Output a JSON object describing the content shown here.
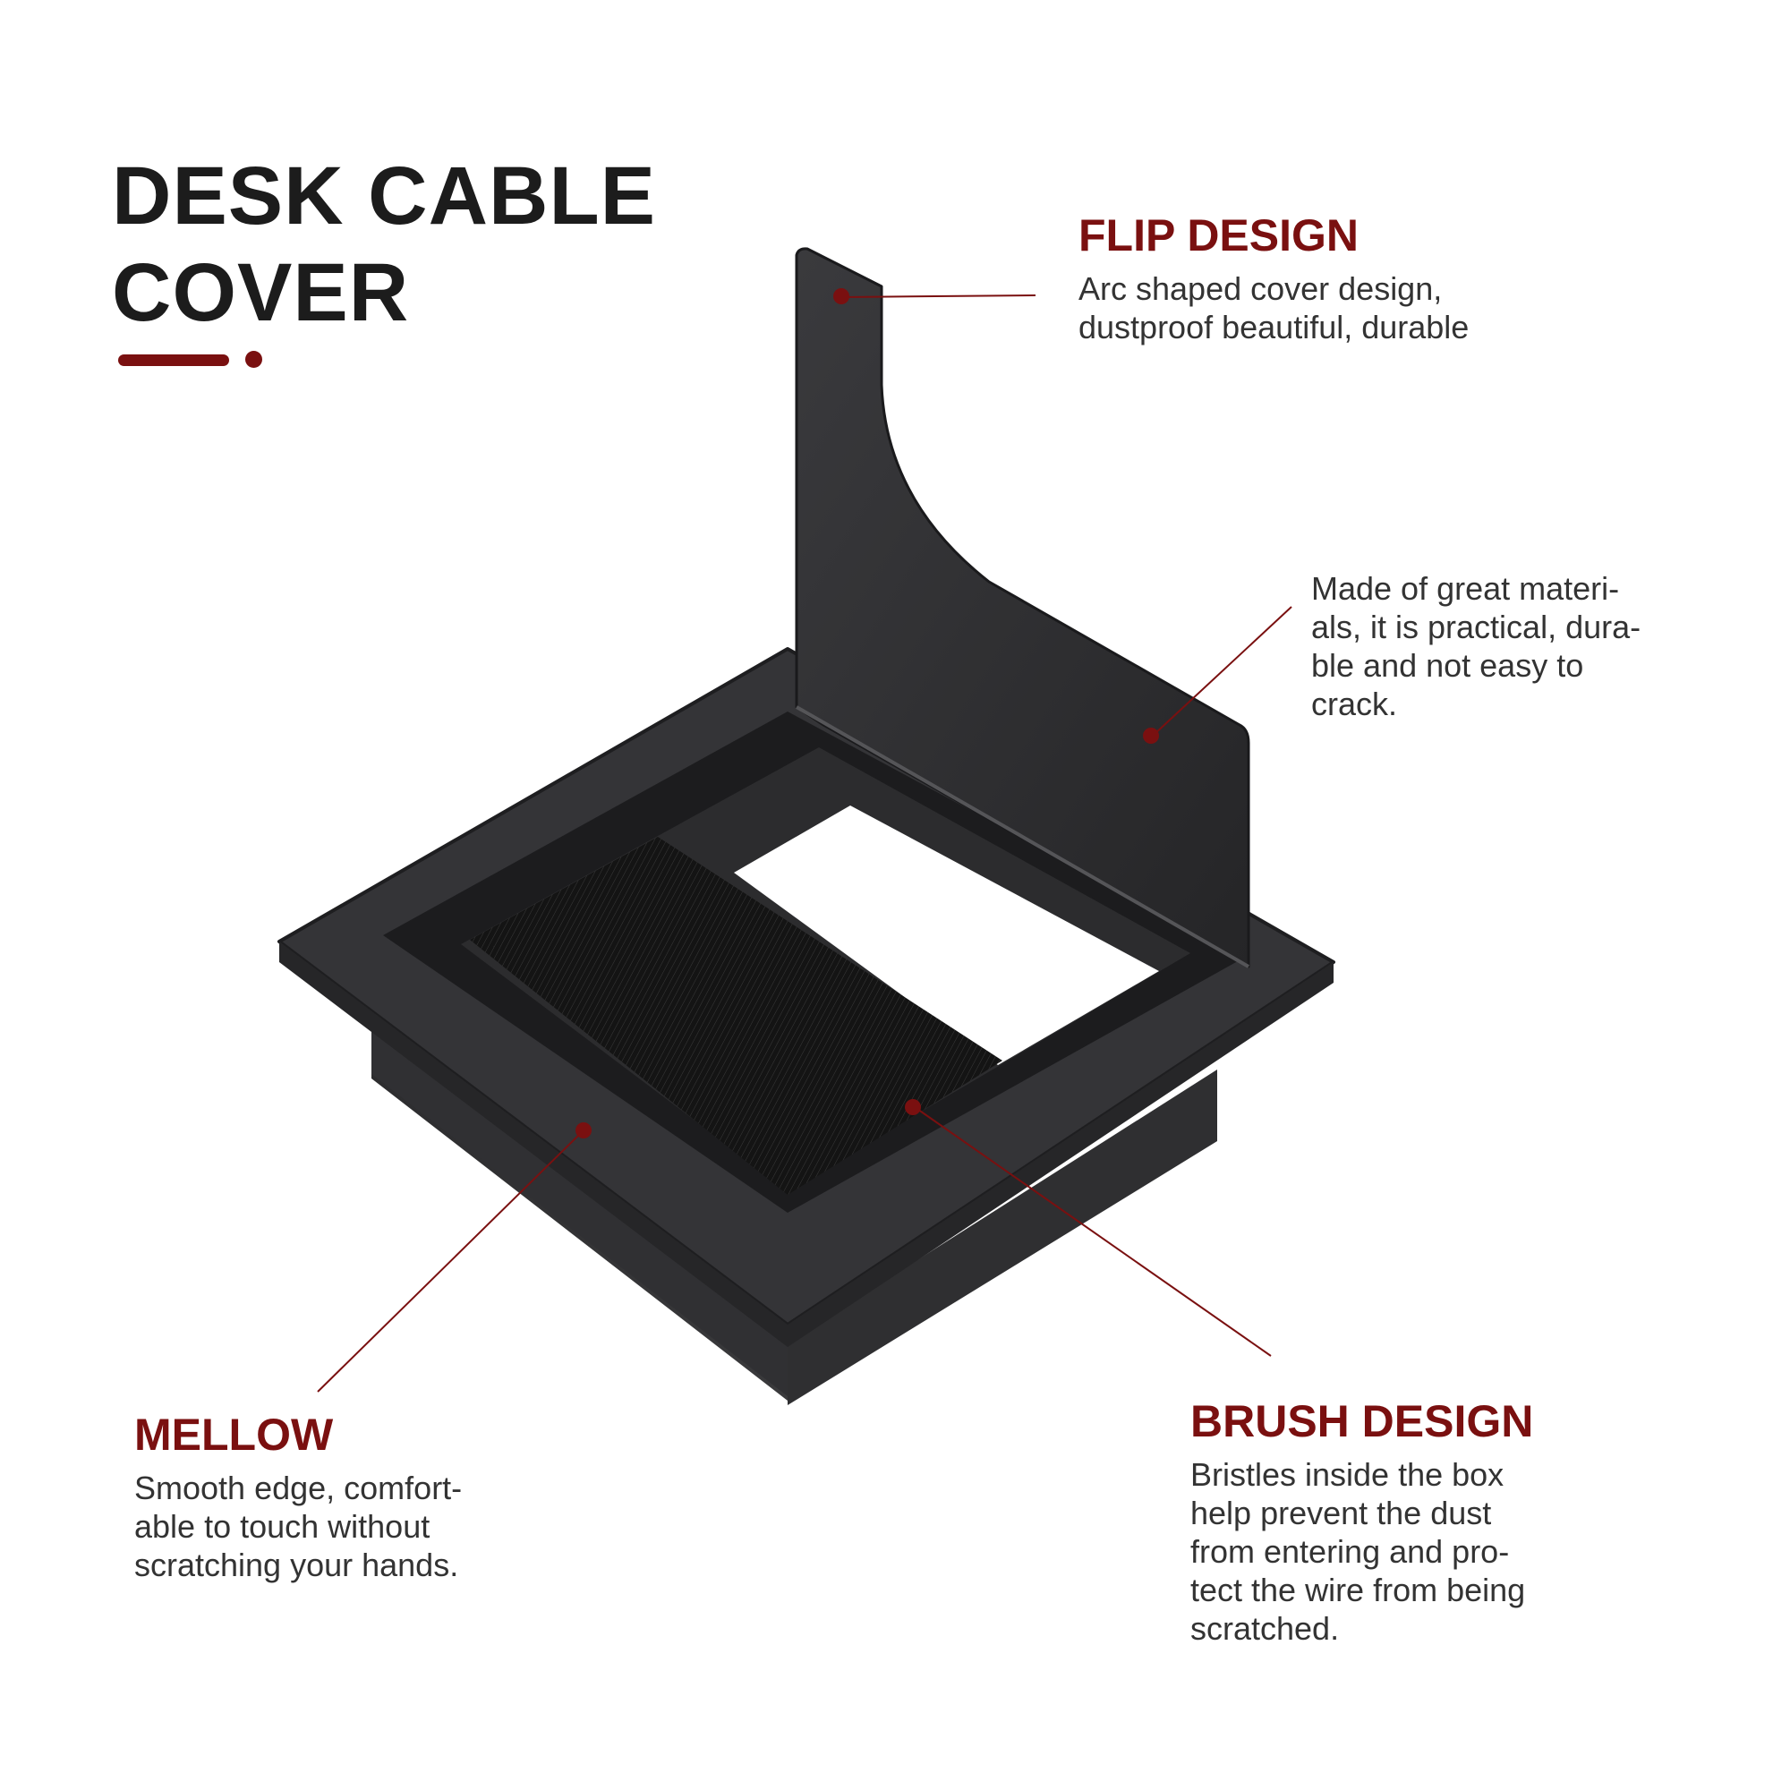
{
  "title": {
    "line1": "DESK CABLE",
    "line2": "COVER"
  },
  "colors": {
    "accent": "#7a1010",
    "product": "#2b2b2d",
    "text": "#333333",
    "title": "#1c1c1c"
  },
  "callouts": {
    "flip": {
      "heading": "FLIP DESIGN",
      "lines": [
        "Arc shaped cover design,",
        "dustproof beautiful, durable"
      ]
    },
    "material": {
      "lines": [
        "Made of great materi-",
        "als, it is practical, dura-",
        "ble and not easy to",
        "crack."
      ]
    },
    "mellow": {
      "heading": "MELLOW",
      "lines": [
        "Smooth edge, comfort-",
        "able to touch without",
        "scratching your hands."
      ]
    },
    "brush": {
      "heading": "BRUSH DESIGN",
      "lines": [
        "Bristles inside the box",
        "help prevent the dust",
        "from entering and pro-",
        "tect the wire from being",
        "scratched."
      ]
    }
  }
}
